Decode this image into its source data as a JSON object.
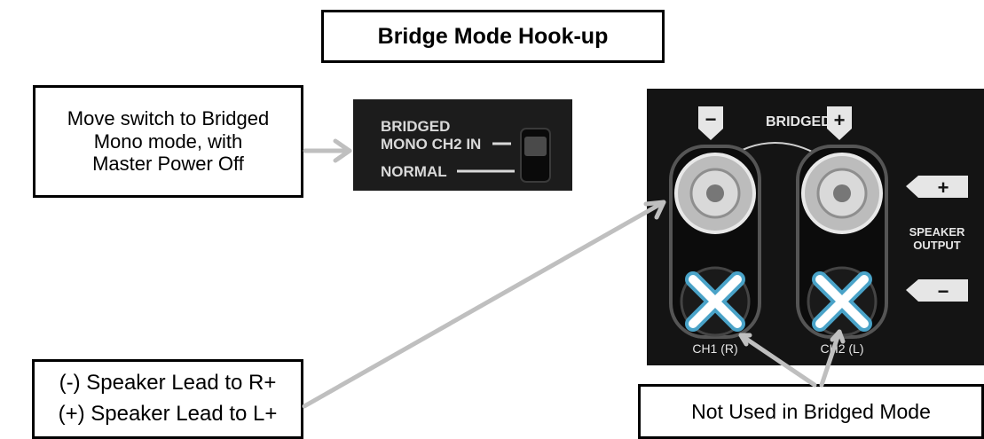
{
  "title": "Bridge Mode Hook-up",
  "notes": {
    "switch": "Move switch to Bridged\nMono mode, with\nMaster Power  Off",
    "leads": "(-) Speaker Lead to R+\n(+) Speaker Lead to L+",
    "unused": "Not Used in Bridged Mode"
  },
  "switch_panel": {
    "line1": "BRIDGED",
    "line2": "MONO CH2 IN",
    "line3": "NORMAL"
  },
  "terminal_panel": {
    "minus": "−",
    "bridged": "BRIDGED",
    "plus": "+",
    "speaker_output_1": "SPEAKER",
    "speaker_output_2": "OUTPUT",
    "out_plus": "+",
    "out_minus": "−",
    "ch1": "CH1 (R)",
    "ch2": "CH2 (L)"
  },
  "colors": {
    "arrow": "#bfbfbf",
    "panel": "#141414",
    "x_marker_fill": "#ffffff",
    "x_marker_stroke": "#4aa3c8"
  }
}
